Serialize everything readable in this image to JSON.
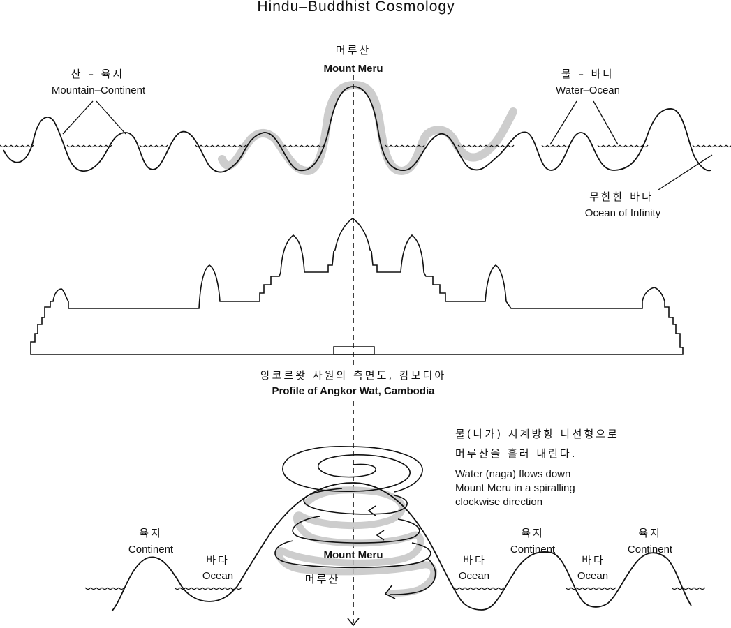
{
  "title": "Hindu–Buddhist Cosmology",
  "cosmos": {
    "meru_ko": "머루산",
    "meru_en": "Mount Meru",
    "mountain_ko": "산 – 육지",
    "mountain_en": "Mountain–Continent",
    "water_ko": "물 – 바다",
    "water_en": "Water–Ocean",
    "infinity_ko": "무한한 바다",
    "infinity_en": "Ocean of Infinity"
  },
  "angkor": {
    "profile_ko": "앙코르왓 사원의 측면도, 캄보디아",
    "profile_en": "Profile of Angkor Wat, Cambodia"
  },
  "spiral": {
    "desc_ko_1": "물(나가) 시계방향 나선형으로",
    "desc_ko_2": "머루산을 흘러 내린다.",
    "desc_en_1": "Water (naga) flows down",
    "desc_en_2": "Mount Meru in a spiralling",
    "desc_en_3": "clockwise direction",
    "meru_en": "Mount Meru",
    "meru_ko": "머루산",
    "continent_ko": "육지",
    "continent_en": "Continent",
    "ocean_ko": "바다",
    "ocean_en": "Ocean"
  }
}
